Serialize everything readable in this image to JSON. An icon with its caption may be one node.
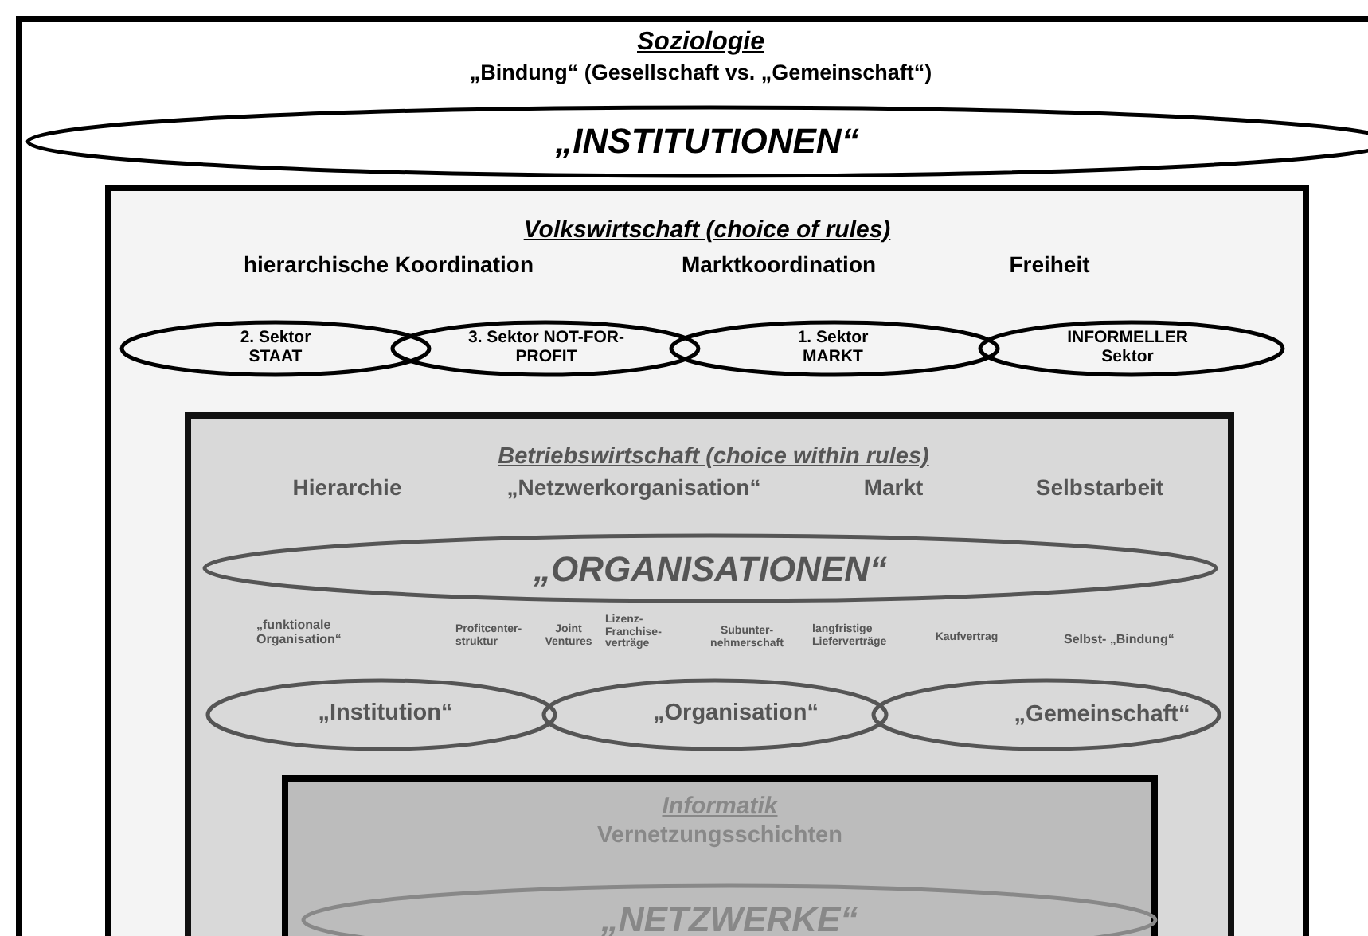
{
  "diagram": {
    "nodes": [
      {
        "text": [
          "Soziologie",
          "„Bindung“ (Gesellschaft vs. „Gemeinschaft“)"
        ]
      },
      {
        "text": [
          "„INSTITUTIONEN“"
        ],
        "in": 0
      },
      {
        "text": [
          "Volkswirtschaft (choice of rules)",
          "hierarchische Koordination",
          "Marktkoordination",
          "Freiheit"
        ],
        "in": 0
      },
      {
        "text": [
          "2. Sektor STAAT"
        ],
        "in": 2
      },
      {
        "text": [
          "3. Sektor NOT-FOR-PROFIT"
        ],
        "in": 2
      },
      {
        "text": [
          "1. Sektor MARKT"
        ],
        "in": 2
      },
      {
        "text": [
          "INFORMELLER Sektor"
        ],
        "in": 2
      },
      {
        "text": [
          "Betriebswirtschaft (choice within rules)",
          "Hierarchie",
          "„Netzwerkorganisation“",
          "Markt",
          "Selbstarbeit",
          "„funktionale Organisation“",
          "Profitcenter- struktur",
          "Joint Ventures",
          "Lizenz- Franchise- verträge",
          "Subunter- nehmerschaft",
          "langfristige Lieferverträge",
          "Kaufvertrag",
          "Selbst- „Bindung“"
        ],
        "in": 2
      },
      {
        "text": [
          "„ORGANISATIONEN“"
        ],
        "in": 7
      },
      {
        "text": [
          "„Institution“"
        ],
        "in": 7
      },
      {
        "text": [
          "„Organisation“"
        ],
        "in": 7
      },
      {
        "text": [
          "„Gemeinschaft“"
        ],
        "in": 7
      },
      {
        "text": [
          "Informatik",
          "Vernetzungsschichten"
        ],
        "in": 7
      },
      {
        "text": [
          "„NETZWERKE“"
        ],
        "in": 12
      }
    ]
  }
}
